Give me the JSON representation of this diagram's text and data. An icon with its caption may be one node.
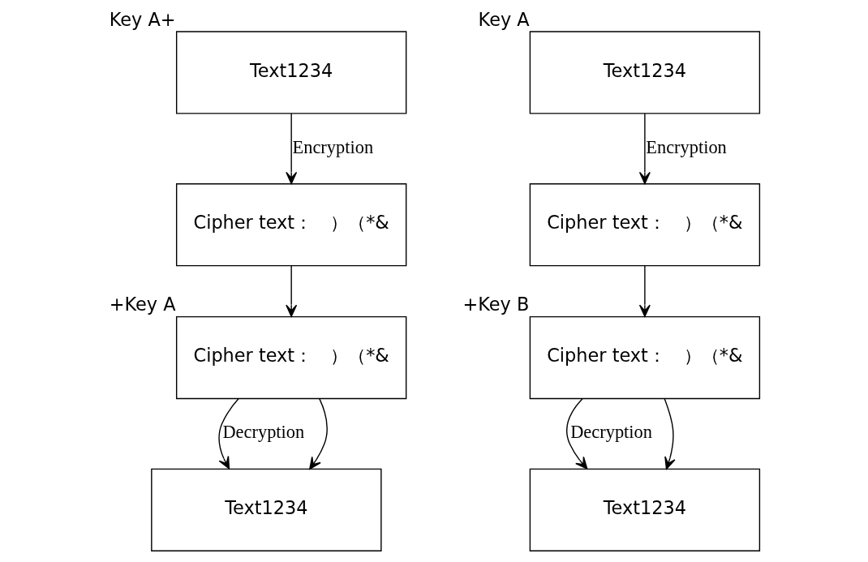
{
  "diagram": {
    "nodes": [
      {
        "text": [
          "Text1234"
        ],
        "beside": [
          "Key A+"
        ]
      },
      {
        "text": [
          "Cipher text：　）（*&"
        ]
      },
      {
        "text": [
          "Cipher text：　）（*&"
        ],
        "beside": [
          "+Key A"
        ]
      },
      {
        "text": [
          "Text1234"
        ]
      },
      {
        "text": [
          "Text1234"
        ],
        "beside": [
          "Key A"
        ]
      },
      {
        "text": [
          "Cipher text：　）（*&"
        ]
      },
      {
        "text": [
          "Cipher text：　）（*&"
        ],
        "beside": [
          "+Key B"
        ]
      },
      {
        "text": [
          "Text1234"
        ]
      }
    ],
    "edges": [
      {
        "from": 0,
        "to": 1,
        "arrow": "to",
        "label": "Encryption"
      },
      {
        "from": 1,
        "to": 2,
        "arrow": "to"
      },
      {
        "from": 2,
        "to": 3,
        "arrow": "to",
        "label": "Decryption"
      },
      {
        "from": 2,
        "to": 3,
        "arrow": "to"
      },
      {
        "from": 4,
        "to": 5,
        "arrow": "to",
        "label": "Encryption"
      },
      {
        "from": 5,
        "to": 6,
        "arrow": "to"
      },
      {
        "from": 6,
        "to": 7,
        "arrow": "to",
        "label": "Decryption"
      },
      {
        "from": 6,
        "to": 7,
        "arrow": "to"
      }
    ]
  }
}
